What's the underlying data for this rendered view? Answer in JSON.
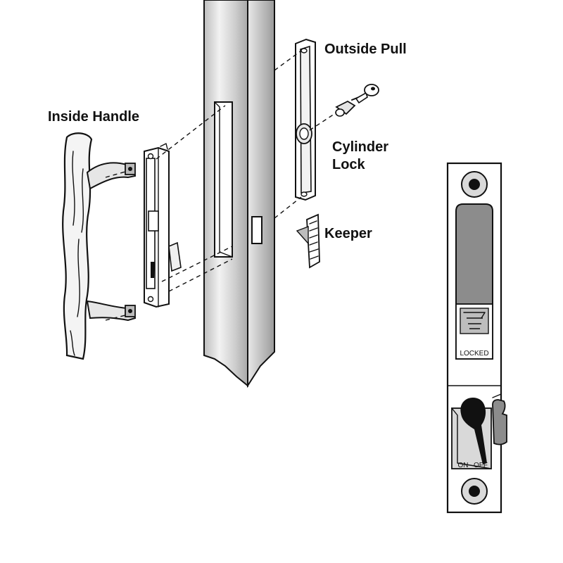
{
  "labels": {
    "inside_handle": "Inside Handle",
    "outside_pull": "Outside Pull",
    "cylinder_lock_line1": "Cylinder",
    "cylinder_lock_line2": "Lock",
    "keeper": "Keeper"
  },
  "detail": {
    "locked_text": "LOCKED",
    "on_text": "ON",
    "off_text": "OFF"
  },
  "colors": {
    "ink": "#111111",
    "gray_fill": "#8c8c8c",
    "light_gray": "#d9d9d9",
    "panel": "#ffffff"
  }
}
